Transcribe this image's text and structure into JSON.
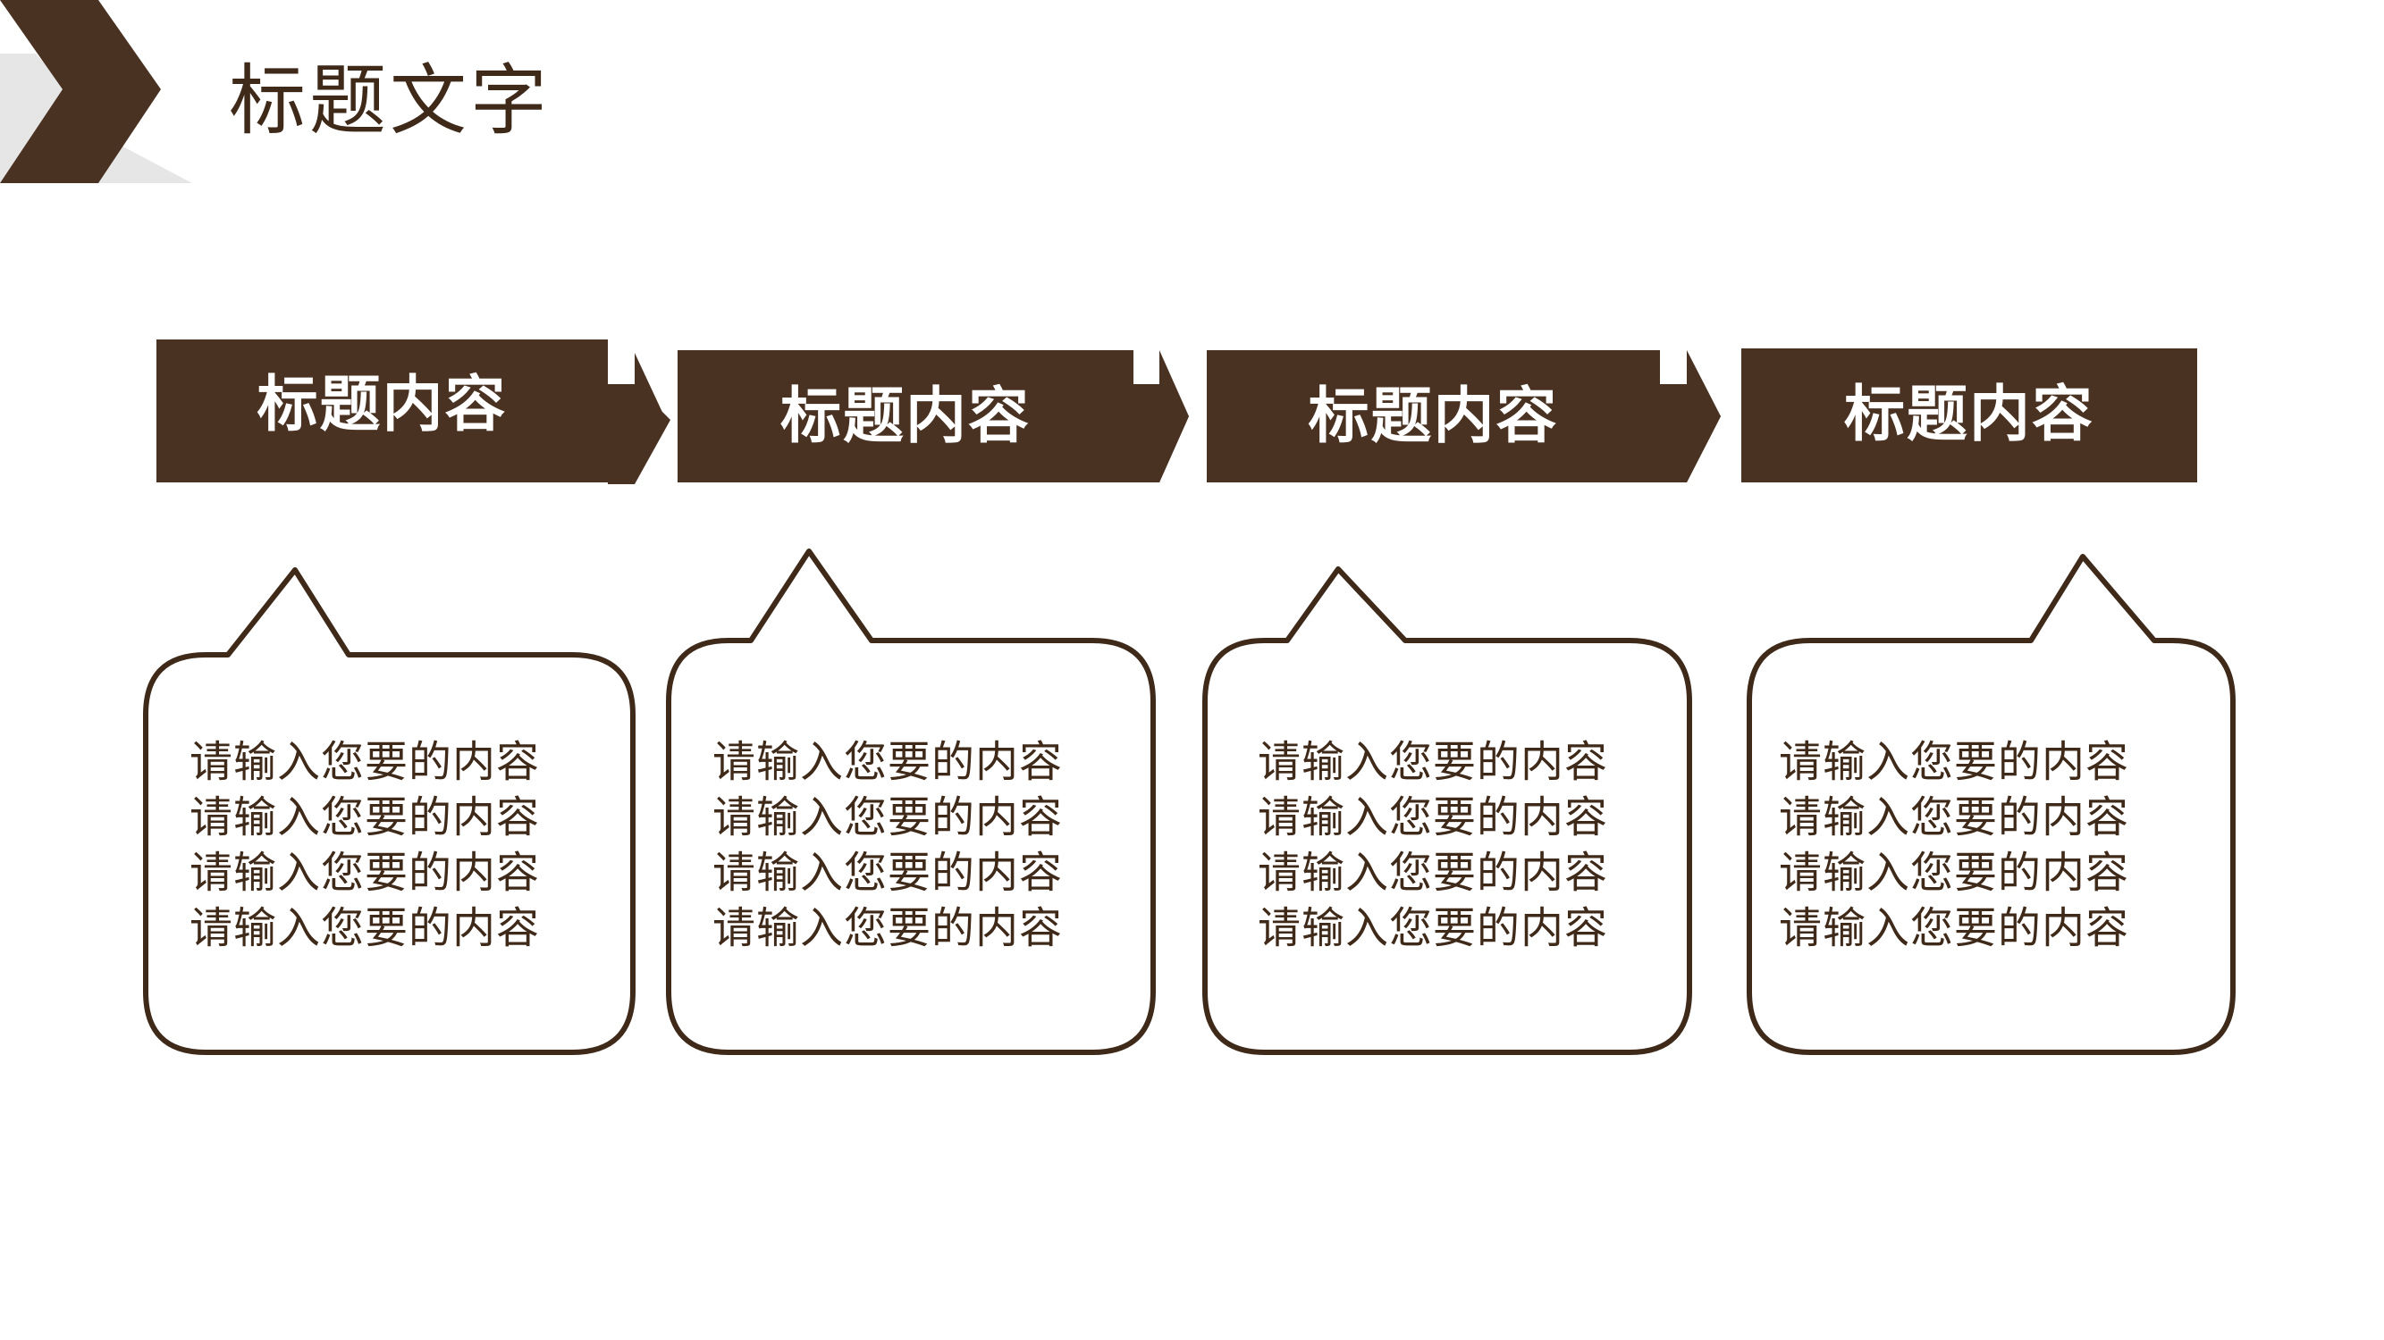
{
  "page": {
    "title": "标题文字"
  },
  "colors": {
    "brand": "#4a3222",
    "brand_dark": "#3f2a1a",
    "accent_grey": "#e6e6e6",
    "background": "#ffffff"
  },
  "steps": [
    {
      "title": "标题内容",
      "lines": [
        "请输入您要的内容",
        "请输入您要的内容",
        "请输入您要的内容",
        "请输入您要的内容"
      ]
    },
    {
      "title": "标题内容",
      "lines": [
        "请输入您要的内容",
        "请输入您要的内容",
        "请输入您要的内容",
        "请输入您要的内容"
      ]
    },
    {
      "title": "标题内容",
      "lines": [
        "请输入您要的内容",
        "请输入您要的内容",
        "请输入您要的内容",
        "请输入您要的内容"
      ]
    },
    {
      "title": "标题内容",
      "lines": [
        "请输入您要的内容",
        "请输入您要的内容",
        "请输入您要的内容",
        "请输入您要的内容"
      ]
    }
  ]
}
